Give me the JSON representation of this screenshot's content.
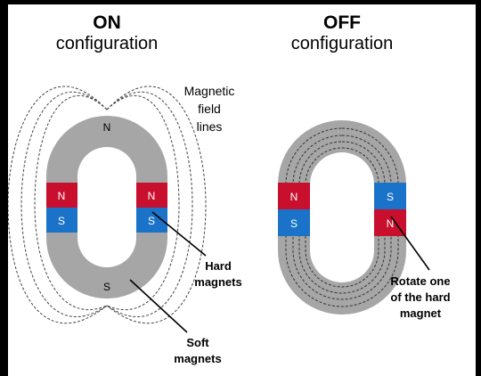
{
  "on_panel": {
    "title": "ON",
    "subtitle": "configuration",
    "top_pole": "N",
    "bottom_pole": "S",
    "left_magnet": {
      "top": "N",
      "bottom": "S"
    },
    "right_magnet": {
      "top": "N",
      "bottom": "S"
    },
    "field_label": [
      "Magnetic",
      "field",
      "lines"
    ],
    "hard_label": [
      "Hard",
      "magnets"
    ],
    "soft_label": [
      "Soft",
      "magnets"
    ]
  },
  "off_panel": {
    "title": "OFF",
    "subtitle": "configuration",
    "left_magnet": {
      "top": "N",
      "bottom": "S"
    },
    "right_magnet": {
      "top": "S",
      "bottom": "N"
    },
    "rotate_label": [
      "Rotate one",
      "of the hard",
      "magnet"
    ]
  },
  "colors": {
    "north": "#c8102e",
    "south": "#1a73c8",
    "soft_iron": "#a6a6a6",
    "text": "#000000"
  }
}
